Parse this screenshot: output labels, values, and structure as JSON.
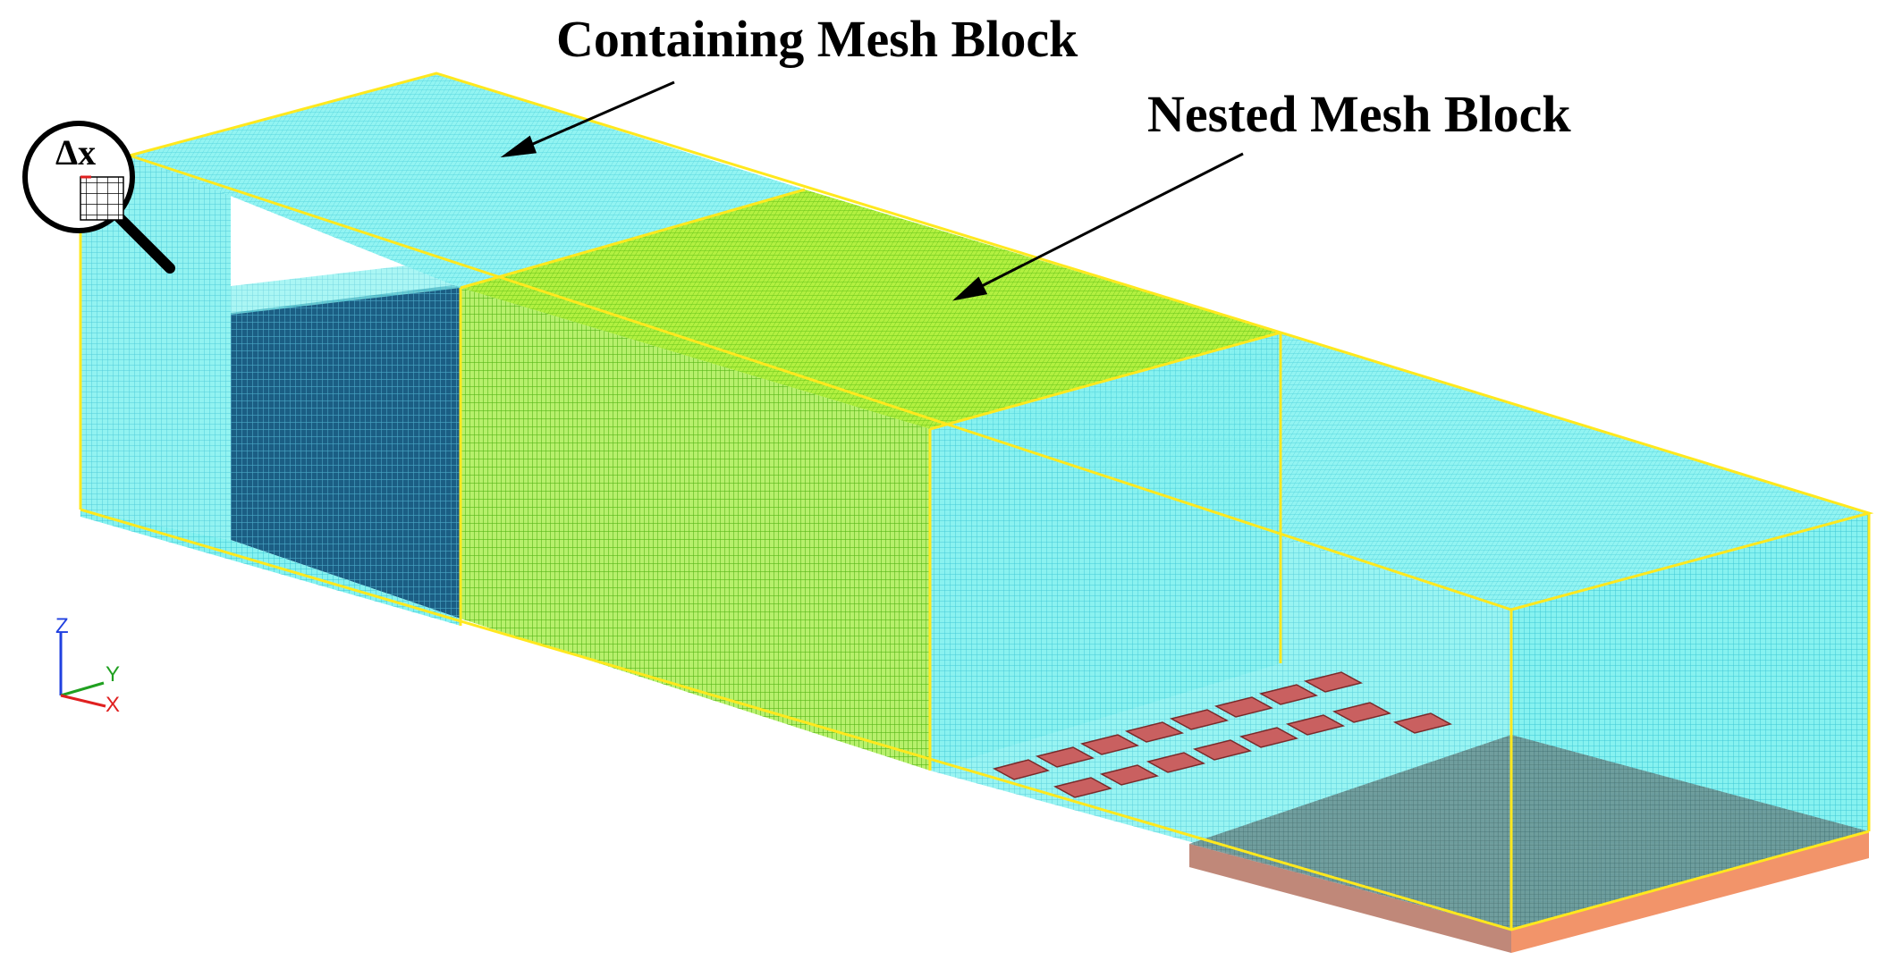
{
  "labels": {
    "containing": "Containing Mesh Block",
    "nested": "Nested Mesh Block"
  },
  "magnifier": {
    "icon": "magnifier-icon",
    "symbol": "Δx"
  },
  "axes": {
    "icon": "axis-triad-icon",
    "z": "Z",
    "y": "Y",
    "x": "X"
  },
  "colors": {
    "containing_mesh": "#7ef2f0",
    "nested_mesh": "#a7ee3c",
    "edges": "#ffee22",
    "dark_region": "#1a5a80",
    "obstacles": "#c96060",
    "floor": "#f2946a",
    "axis_x": "#e02020",
    "axis_y": "#20a020",
    "axis_z": "#2040e0"
  }
}
